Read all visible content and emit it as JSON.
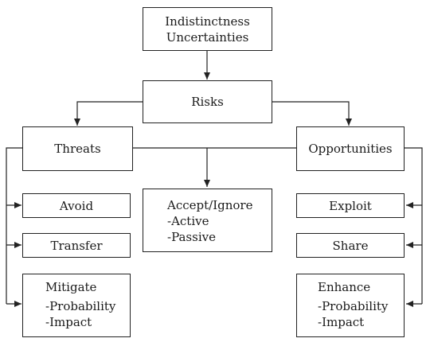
{
  "diagram": {
    "top": {
      "line1": "Indistinctness",
      "line2": "Uncertainties"
    },
    "risks": "Risks",
    "threats": "Threats",
    "opportunities": "Opportunities",
    "threat_responses": {
      "avoid": "Avoid",
      "transfer": "Transfer",
      "mitigate": {
        "title": "Mitigate",
        "items": [
          "-Probability",
          "-Impact"
        ]
      }
    },
    "accept": {
      "title": "Accept/Ignore",
      "items": [
        "-Active",
        "-Passive"
      ]
    },
    "opportunity_responses": {
      "exploit": "Exploit",
      "share": "Share",
      "enhance": {
        "title": "Enhance",
        "items": [
          "-Probability",
          "-Impact"
        ]
      }
    }
  }
}
